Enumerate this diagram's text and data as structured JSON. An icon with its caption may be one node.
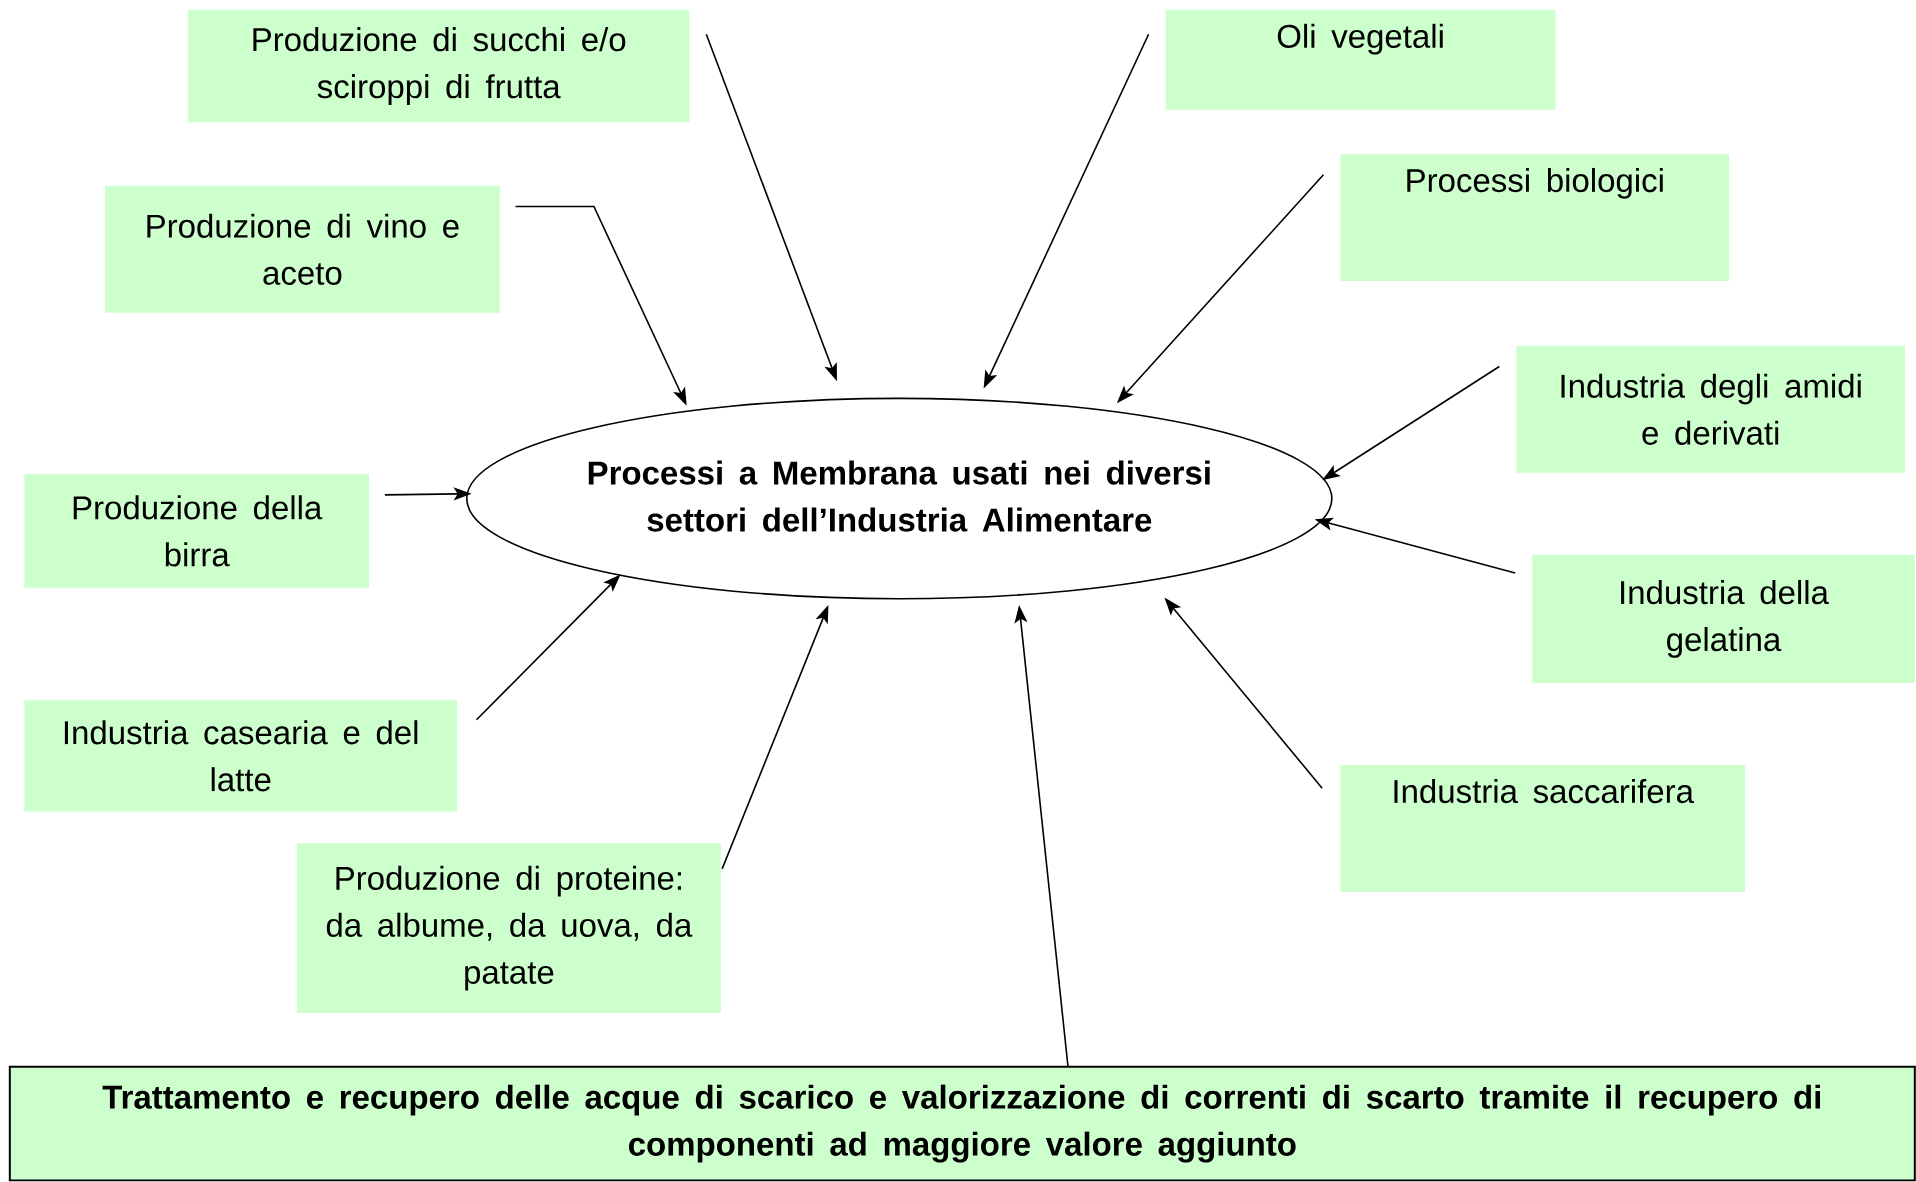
{
  "diagram": {
    "nodes": [
      {
        "text": [
          "Produzione di succhi e/o sciroppi di frutta"
        ]
      },
      {
        "text": [
          "Oli vegetali"
        ]
      },
      {
        "text": [
          "Produzione di vino e aceto"
        ]
      },
      {
        "text": [
          "Processi biologici"
        ]
      },
      {
        "text": [
          "Industria degli amidi e derivati"
        ]
      },
      {
        "text": [
          "Processi a Membrana usati nei diversi settori dell’Industria Alimentare"
        ]
      },
      {
        "text": [
          "Produzione della birra"
        ]
      },
      {
        "text": [
          "Industria della gelatina"
        ]
      },
      {
        "text": [
          "Industria casearia e del latte"
        ]
      },
      {
        "text": [
          "Industria saccarifera"
        ]
      },
      {
        "text": [
          "Produzione di proteine: da albume, da uova, da patate"
        ]
      },
      {
        "text": [
          "Trattamento e recupero delle acque di scarico e valorizzazione di correnti di scarto tramite il recupero di componenti ad maggiore valore aggiunto"
        ]
      }
    ],
    "edges": [
      {
        "from": 0,
        "to": 5,
        "arrow": "to"
      },
      {
        "from": 1,
        "to": 5,
        "arrow": "to"
      },
      {
        "from": 2,
        "to": 5,
        "arrow": "to"
      },
      {
        "from": 3,
        "to": 5,
        "arrow": "to"
      },
      {
        "from": 4,
        "to": 5,
        "arrow": "to"
      },
      {
        "from": 6,
        "to": 5,
        "arrow": "to"
      },
      {
        "from": 7,
        "to": 5,
        "arrow": "to"
      },
      {
        "from": 8,
        "to": 5,
        "arrow": "to"
      },
      {
        "from": 9,
        "to": 5,
        "arrow": "to"
      },
      {
        "from": 10,
        "to": 5,
        "arrow": "to"
      },
      {
        "from": 11,
        "to": 5,
        "arrow": "to"
      }
    ]
  }
}
